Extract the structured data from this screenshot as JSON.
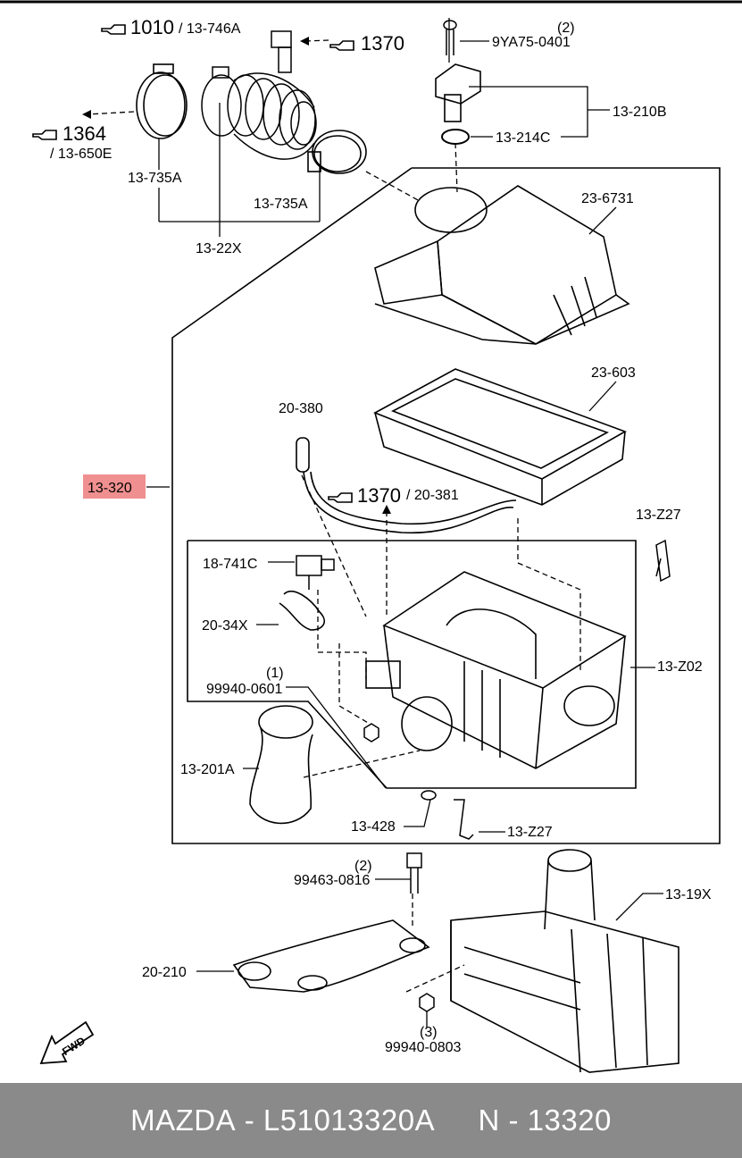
{
  "diagram": {
    "refs": {
      "r1010": "1010",
      "r1370_top": "1370",
      "r1364": "1364",
      "r1370_mid": "1370"
    },
    "labels": {
      "l13_746A": "/ 13-746A",
      "l13_650E": "/ 13-650E",
      "l13_735A_left": "13-735A",
      "l13_735A_right": "13-735A",
      "l13_22X": "13-22X",
      "q2_top": "(2)",
      "l9YA75": "9YA75-0401",
      "l13_210B": "13-210B",
      "l13_214C": "13-214C",
      "l23_6731": "23-6731",
      "l23_603": "23-603",
      "l20_380": "20-380",
      "l20_381": "/ 20-381",
      "l13_320": "13-320",
      "l13_Z27_top": "13-Z27",
      "l18_741C": "18-741C",
      "l20_34X": "20-34X",
      "l13_Z02": "13-Z02",
      "q1": "(1)",
      "l99940_0601": "99940-0601",
      "l13_201A": "13-201A",
      "l13_428": "13-428",
      "l13_Z27_bottom": "13-Z27",
      "q2_bolt": "(2)",
      "l99463": "99463-0816",
      "l13_19X": "13-19X",
      "l20_210": "20-210",
      "q3": "(3)",
      "l99940_0803": "99940-0803",
      "fwd": "FWD"
    },
    "colors": {
      "highlight": "#f08f8f",
      "footer_bg": "#8a8a8a",
      "ink": "#000000"
    }
  },
  "footer": {
    "brand": "MAZDA",
    "separator1": " - ",
    "part_number": "L51013320A",
    "gap": "     ",
    "code_prefix": "N",
    "separator2": " - ",
    "code": "13320"
  }
}
